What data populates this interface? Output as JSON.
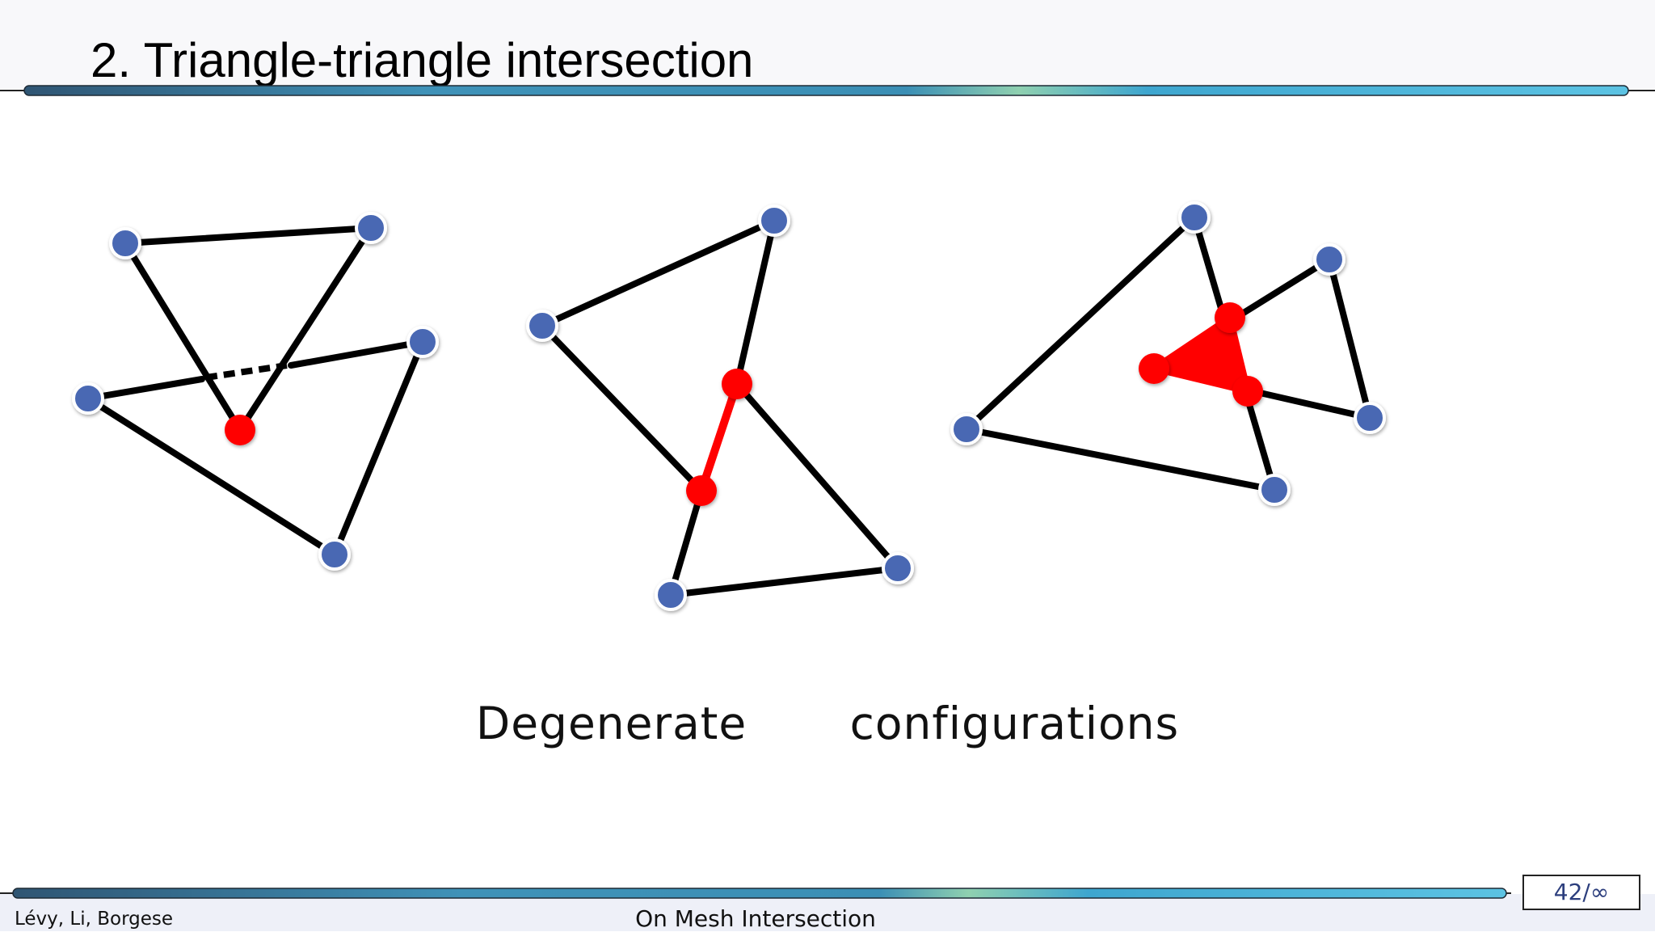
{
  "slide": {
    "title": "2. Triangle-triangle intersection",
    "caption": "Degenerate   configurations",
    "footer": {
      "authors": "Lévy, Li, Borgese",
      "talk_title": "On Mesh Intersection",
      "page": "42/∞"
    }
  },
  "colors": {
    "vertex": "#4a68b3",
    "intersection": "#ff0000",
    "edge": "#000000",
    "rule": "#3a9fc7"
  }
}
